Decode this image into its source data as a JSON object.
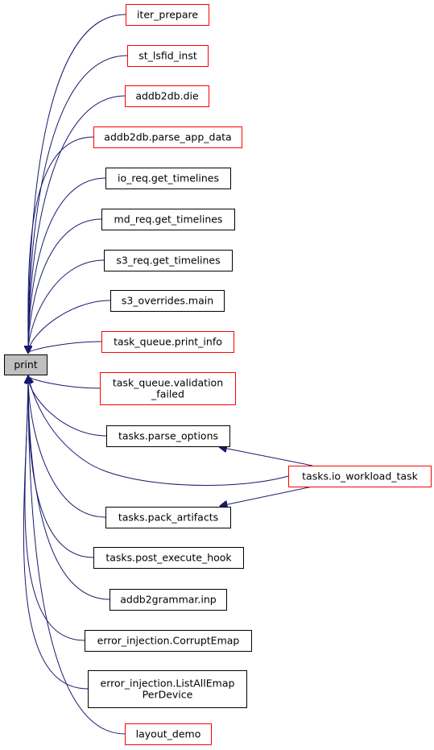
{
  "graph": {
    "focus_node": {
      "id": "print",
      "label": "print",
      "fill": "#bfbfbf",
      "border": "#000000"
    },
    "colors": {
      "edge": "#191970",
      "border_truncated": "#ff0000",
      "border_normal": "#000000"
    },
    "nodes": [
      {
        "id": "iter_prepare",
        "lines": [
          "iter_prepare"
        ],
        "border": "red"
      },
      {
        "id": "st_lsfid_inst",
        "lines": [
          "st_lsfid_inst"
        ],
        "border": "red"
      },
      {
        "id": "addb2db_die",
        "lines": [
          "addb2db.die"
        ],
        "border": "red"
      },
      {
        "id": "addb2db_parse_app_data",
        "lines": [
          "addb2db.parse_app_data"
        ],
        "border": "red"
      },
      {
        "id": "io_req_get_timelines",
        "lines": [
          "io_req.get_timelines"
        ],
        "border": "black"
      },
      {
        "id": "md_req_get_timelines",
        "lines": [
          "md_req.get_timelines"
        ],
        "border": "black"
      },
      {
        "id": "s3_req_get_timelines",
        "lines": [
          "s3_req.get_timelines"
        ],
        "border": "black"
      },
      {
        "id": "s3_overrides_main",
        "lines": [
          "s3_overrides.main"
        ],
        "border": "black"
      },
      {
        "id": "task_queue_print_info",
        "lines": [
          "task_queue.print_info"
        ],
        "border": "red"
      },
      {
        "id": "task_queue_validation_failed",
        "lines": [
          "task_queue.validation",
          "_failed"
        ],
        "border": "red"
      },
      {
        "id": "tasks_parse_options",
        "lines": [
          "tasks.parse_options"
        ],
        "border": "black"
      },
      {
        "id": "tasks_io_workload_task",
        "lines": [
          "tasks.io_workload_task"
        ],
        "border": "red"
      },
      {
        "id": "tasks_pack_artifacts",
        "lines": [
          "tasks.pack_artifacts"
        ],
        "border": "black"
      },
      {
        "id": "tasks_post_execute_hook",
        "lines": [
          "tasks.post_execute_hook"
        ],
        "border": "black"
      },
      {
        "id": "addb2grammar_inp",
        "lines": [
          "addb2grammar.inp"
        ],
        "border": "black"
      },
      {
        "id": "error_injection_CorruptEmap",
        "lines": [
          "error_injection.CorruptEmap"
        ],
        "border": "black"
      },
      {
        "id": "error_injection_ListAllEmapPerDevice",
        "lines": [
          "error_injection.ListAllEmap",
          "PerDevice"
        ],
        "border": "black"
      },
      {
        "id": "layout_demo",
        "lines": [
          "layout_demo"
        ],
        "border": "red"
      }
    ],
    "edges": [
      {
        "from": "iter_prepare",
        "to": "print"
      },
      {
        "from": "st_lsfid_inst",
        "to": "print"
      },
      {
        "from": "addb2db_die",
        "to": "print"
      },
      {
        "from": "addb2db_parse_app_data",
        "to": "print"
      },
      {
        "from": "io_req_get_timelines",
        "to": "print"
      },
      {
        "from": "md_req_get_timelines",
        "to": "print"
      },
      {
        "from": "s3_req_get_timelines",
        "to": "print"
      },
      {
        "from": "s3_overrides_main",
        "to": "print"
      },
      {
        "from": "task_queue_print_info",
        "to": "print"
      },
      {
        "from": "task_queue_validation_failed",
        "to": "print"
      },
      {
        "from": "tasks_parse_options",
        "to": "print"
      },
      {
        "from": "tasks_io_workload_task",
        "to": "print"
      },
      {
        "from": "tasks_pack_artifacts",
        "to": "print"
      },
      {
        "from": "tasks_post_execute_hook",
        "to": "print"
      },
      {
        "from": "addb2grammar_inp",
        "to": "print"
      },
      {
        "from": "error_injection_CorruptEmap",
        "to": "print"
      },
      {
        "from": "error_injection_ListAllEmapPerDevice",
        "to": "print"
      },
      {
        "from": "layout_demo",
        "to": "print"
      },
      {
        "from": "tasks_io_workload_task",
        "to": "tasks_parse_options"
      },
      {
        "from": "tasks_io_workload_task",
        "to": "tasks_pack_artifacts"
      }
    ]
  }
}
